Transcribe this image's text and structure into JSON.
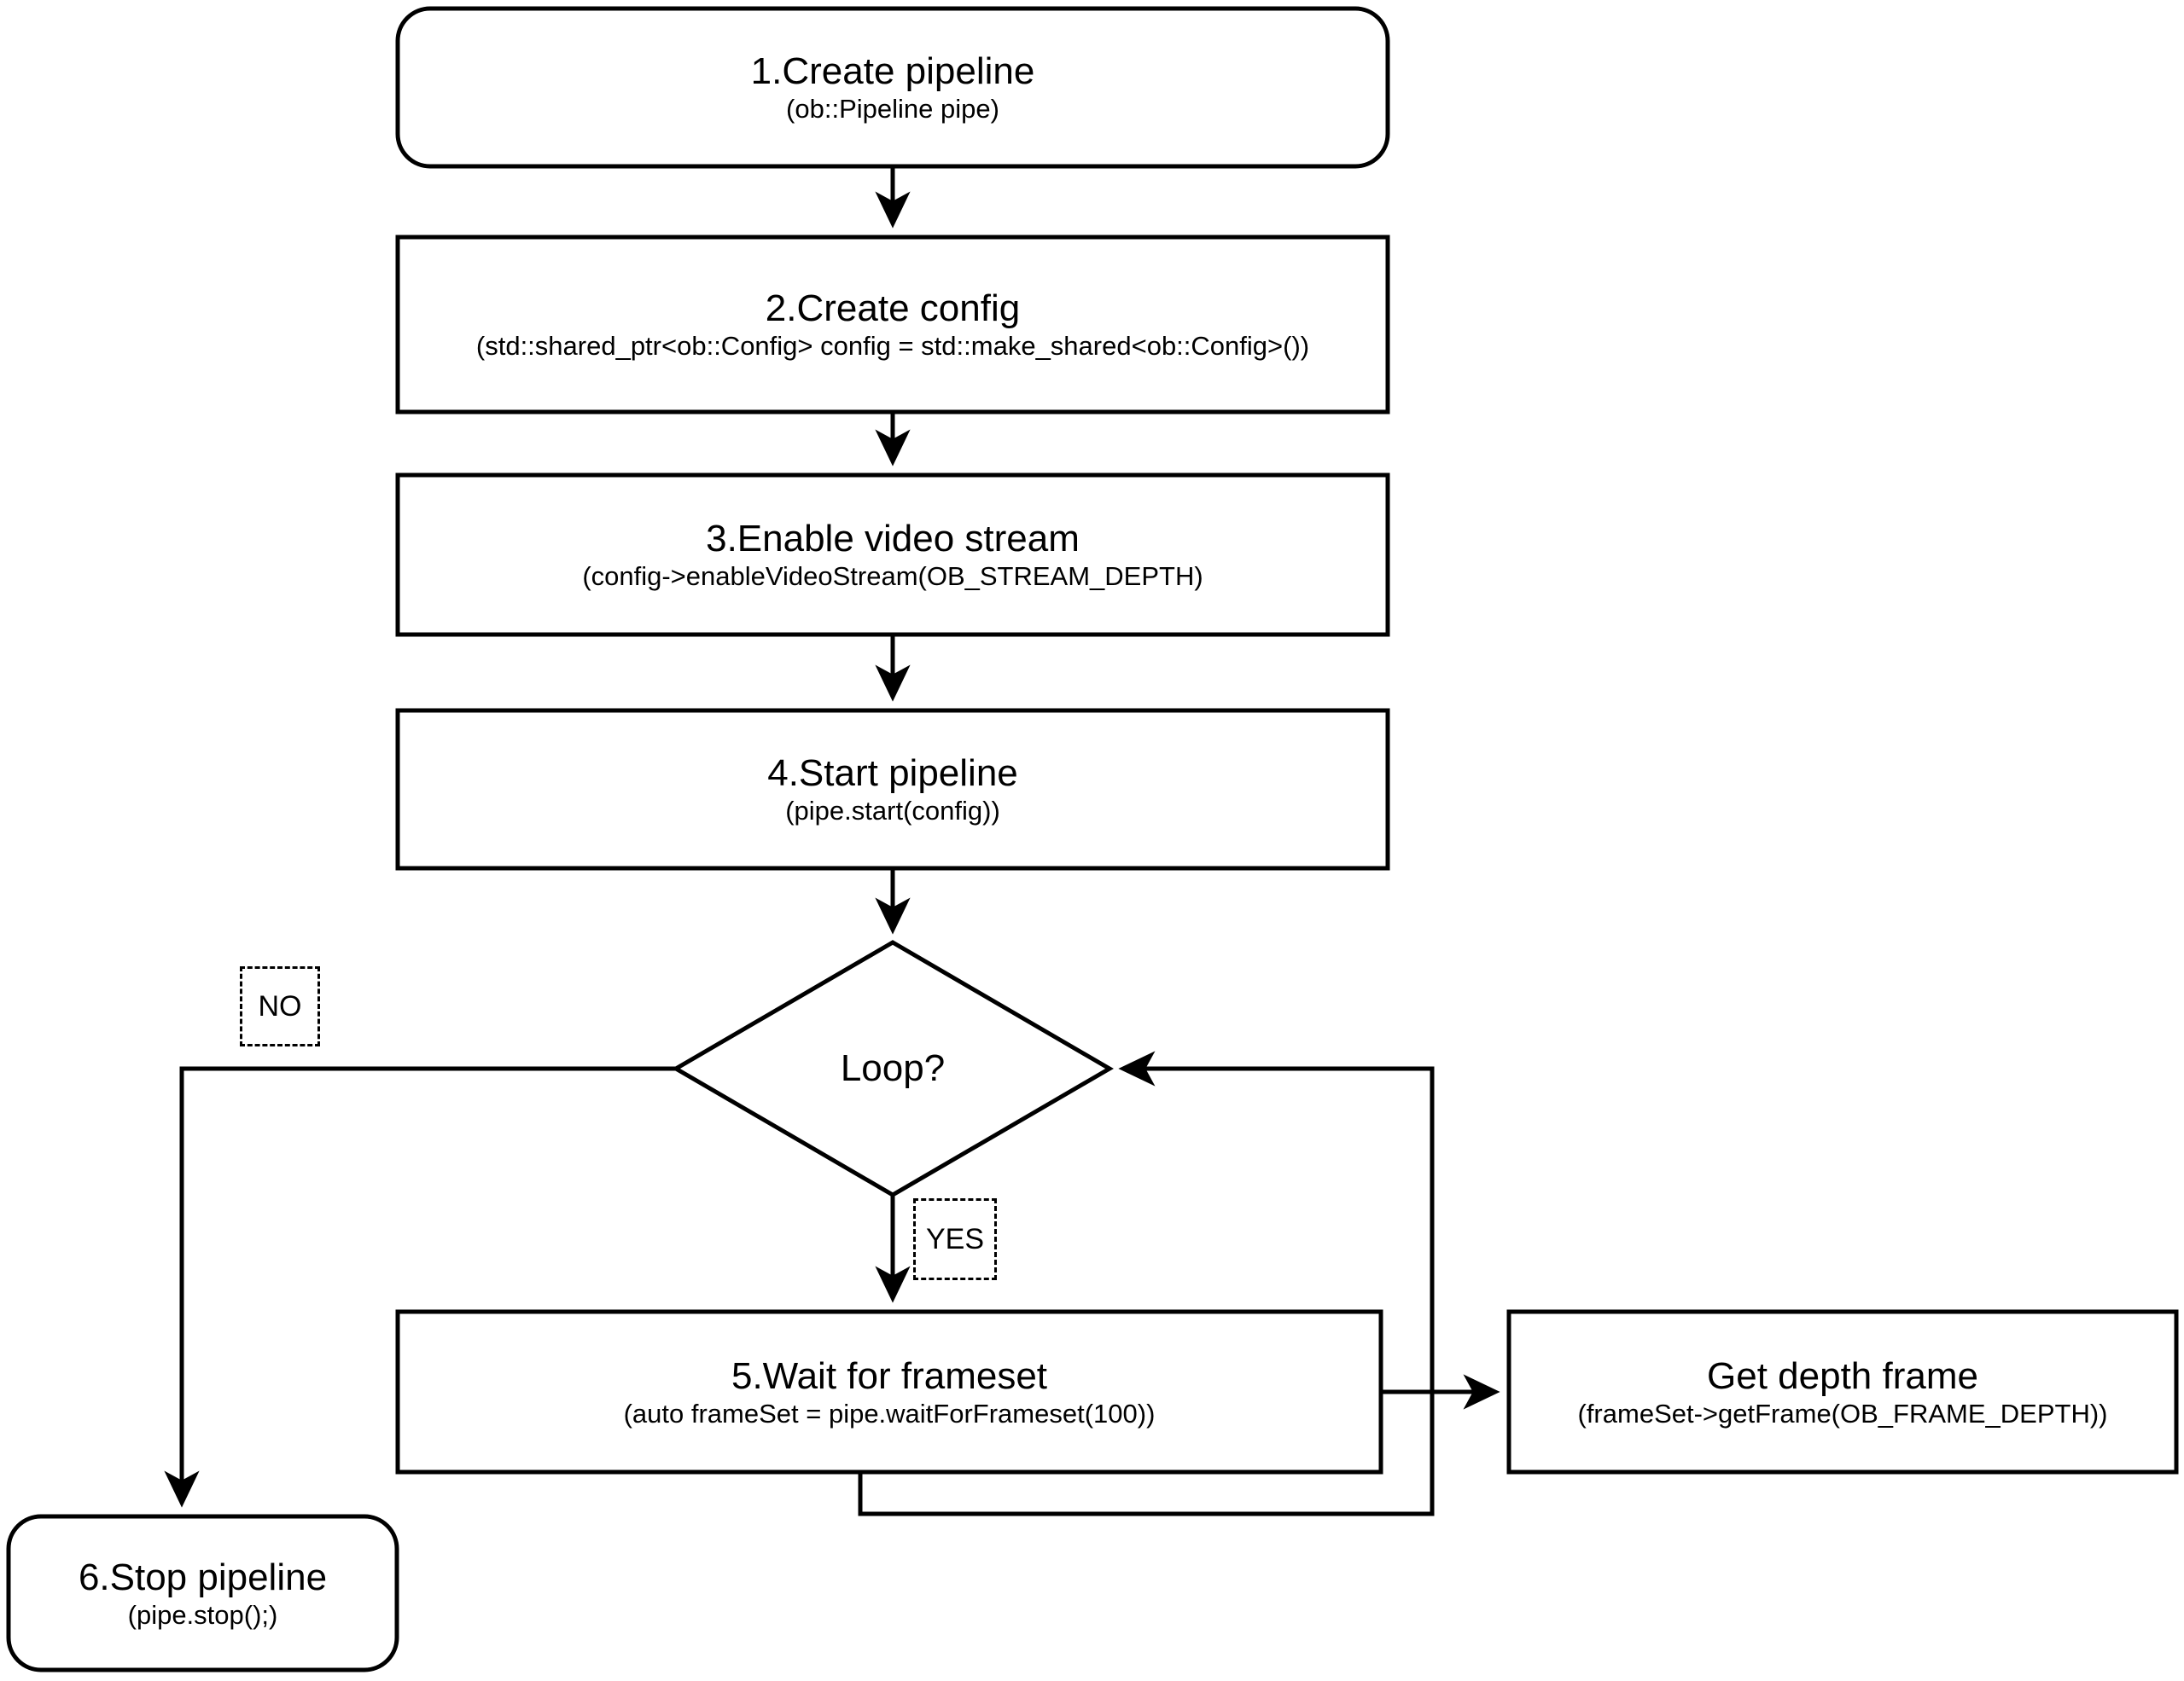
{
  "diagram": {
    "type": "flowchart",
    "orientation": "top-to-bottom",
    "background_color": "#ffffff",
    "line_color": "#000000",
    "text_color": "#000000",
    "nodes": [
      {
        "id": "n1",
        "shape": "rounded-rectangle",
        "title": "1.Create pipeline",
        "subtitle": "(ob::Pipeline pipe)"
      },
      {
        "id": "n2",
        "shape": "rectangle",
        "title": "2.Create config",
        "subtitle": "(std::shared_ptr<ob::Config> config = std::make_shared<ob::Config>())"
      },
      {
        "id": "n3",
        "shape": "rectangle",
        "title": "3.Enable video stream",
        "subtitle": "(config->enableVideoStream(OB_STREAM_DEPTH)"
      },
      {
        "id": "n4",
        "shape": "rectangle",
        "title": "4.Start pipeline",
        "subtitle": "(pipe.start(config))"
      },
      {
        "id": "n5",
        "shape": "diamond",
        "title": "Loop?",
        "subtitle": ""
      },
      {
        "id": "n6",
        "shape": "rectangle",
        "title": "5.Wait for frameset",
        "subtitle": "(auto frameSet = pipe.waitForFrameset(100))"
      },
      {
        "id": "n7",
        "shape": "rectangle",
        "title": "Get depth frame",
        "subtitle": "(frameSet->getFrame(OB_FRAME_DEPTH))"
      },
      {
        "id": "n8",
        "shape": "rounded-rectangle",
        "title": "6.Stop pipeline",
        "subtitle": "(pipe.stop();)"
      }
    ],
    "edge_labels": [
      {
        "id": "lbl_no",
        "text": "NO",
        "style": "dashed-box"
      },
      {
        "id": "lbl_yes",
        "text": "YES",
        "style": "dashed-box"
      }
    ],
    "edges": [
      {
        "from": "n1",
        "to": "n2",
        "label": ""
      },
      {
        "from": "n2",
        "to": "n3",
        "label": ""
      },
      {
        "from": "n3",
        "to": "n4",
        "label": ""
      },
      {
        "from": "n4",
        "to": "n5",
        "label": ""
      },
      {
        "from": "n5",
        "to": "n8",
        "label": "NO"
      },
      {
        "from": "n5",
        "to": "n6",
        "label": "YES"
      },
      {
        "from": "n6",
        "to": "n7",
        "label": ""
      },
      {
        "from": "n6",
        "to": "n5",
        "label": ""
      }
    ]
  }
}
